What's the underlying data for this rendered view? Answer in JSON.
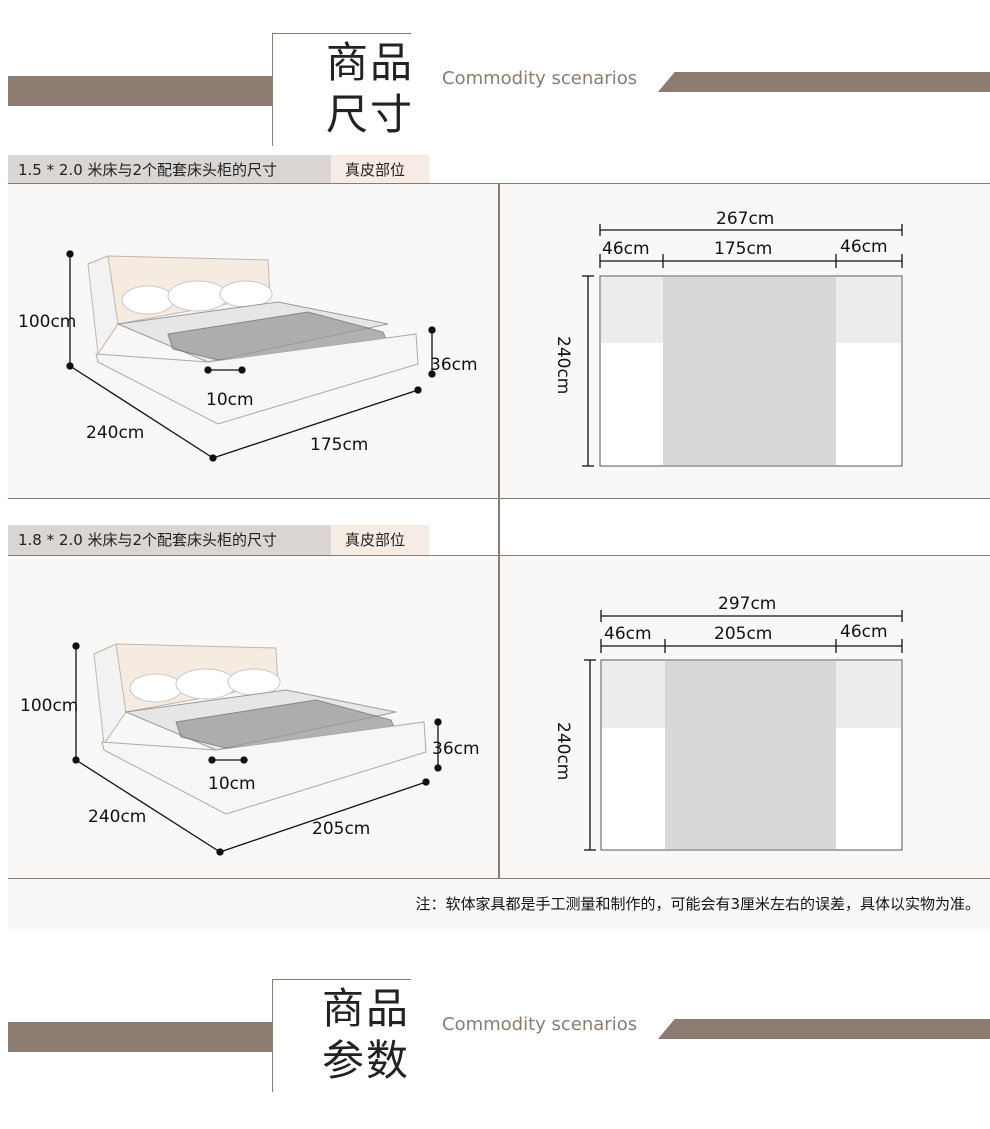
{
  "header1": {
    "title_line1": "商品",
    "title_line2": "尺寸",
    "subtitle": "Commodity scenarios"
  },
  "section1": {
    "tab_label": "1.5 * 2.0 米床与2个配套床头柜的尺寸",
    "tab2_label": "真皮部位",
    "dims": {
      "height": "100cm",
      "length": "240cm",
      "width": "175cm",
      "side_height": "36cm",
      "frame": "10cm"
    },
    "plan": {
      "total": "267cm",
      "left": "46cm",
      "center": "175cm",
      "right": "46cm",
      "depth": "240cm"
    }
  },
  "section2": {
    "tab_label": "1.8 * 2.0 米床与2个配套床头柜的尺寸",
    "tab2_label": "真皮部位",
    "dims": {
      "height": "100cm",
      "length": "240cm",
      "width": "205cm",
      "side_height": "36cm",
      "frame": "10cm"
    },
    "plan": {
      "total": "297cm",
      "left": "46cm",
      "center": "205cm",
      "right": "46cm",
      "depth": "240cm"
    }
  },
  "note": "注：软体家具都是手工测量和制作的，可能会有3厘米左右的误差，具体以实物为准。",
  "header2": {
    "title_line1": "商品",
    "title_line2": "参数",
    "subtitle": "Commodity scenarios"
  },
  "colors": {
    "band": "#8c7b70",
    "panel": "#faf8f6",
    "tab_gray": "#d9d6d4",
    "tab_cream": "#f6ece4",
    "plan_fill": "#d8d8d8",
    "plan_light": "#ececec"
  }
}
